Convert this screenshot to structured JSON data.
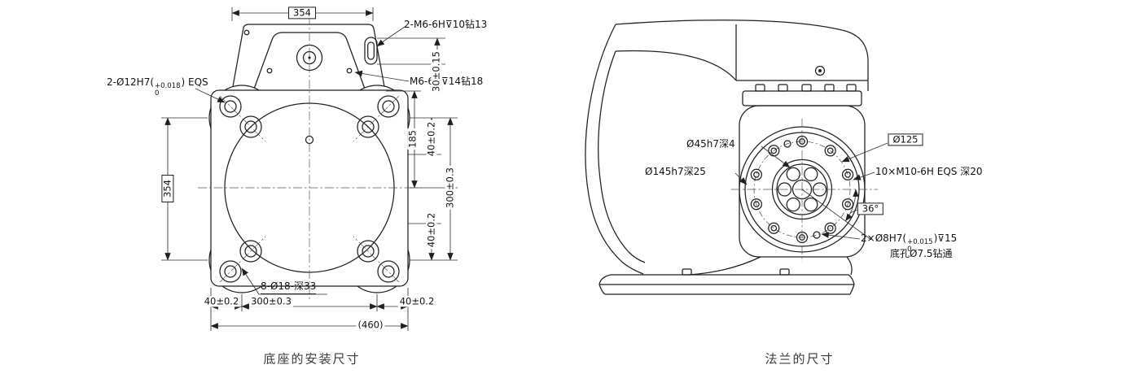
{
  "colors": {
    "line": "#1f1f1f",
    "background": "#ffffff",
    "caption": "#3a3a3a"
  },
  "captions": {
    "left": "底座的安装尺寸",
    "right": "法兰的尺寸"
  },
  "base_view": {
    "dim_width_top": "354",
    "dim_height_left": "354",
    "note_tapped_2": "2-M6-6H⊽10钻13",
    "note_tapped_1": "M6-6H⊽14钻18",
    "note_dowel": {
      "prefix": "2-Ø12H7(",
      "sup": "+0.018",
      "sub": "0",
      "suffix": ") EQS"
    },
    "dim_slot": "30±0.15",
    "dim_185": "185",
    "dim_40_right_top": "40±0.2",
    "dim_300_right": "300±0.3",
    "dim_40_right_bottom": "40±0.2",
    "note_counterbore": "8-Ø18-深33",
    "dim_40_bottom_left": "40±0.2",
    "dim_300_bottom": "300±0.3",
    "dim_40_bottom_right": "40±0.2",
    "dim_overall": "(460)"
  },
  "flange_view": {
    "dim_bolt_circle": "Ø125",
    "note_spigot": "Ø45h7深4",
    "note_recess": "Ø145h7深25",
    "note_tapped": "10×M10-6H EQS 深20",
    "dim_angle": "36°",
    "note_dowel": {
      "prefix": "2×Ø8H7(",
      "sup": "+0.015",
      "sub": "0",
      "suffix": ")⊽15"
    },
    "note_pilot_hole": "底孔Ø7.5钻通"
  }
}
